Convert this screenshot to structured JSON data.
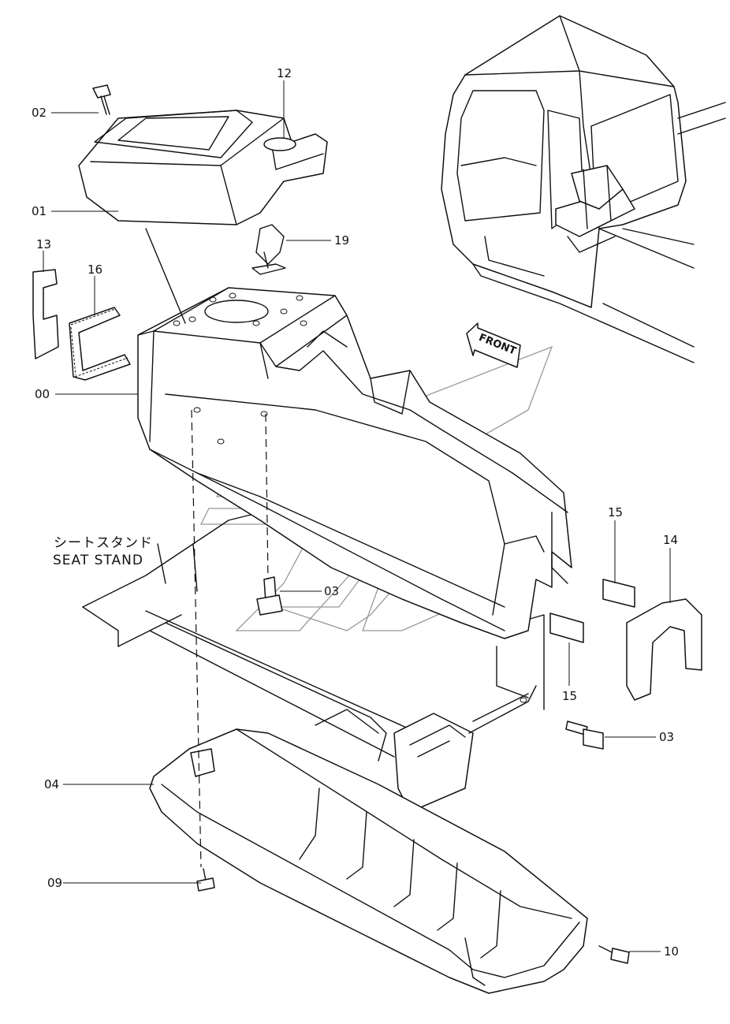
{
  "front_arrow": {
    "text": "FRONT"
  },
  "caption": {
    "japanese": "シートスタンド",
    "english": "SEAT STAND"
  },
  "labels": {
    "l00": "00",
    "l01": "01",
    "l02": "02",
    "l03a": "03",
    "l03b": "03",
    "l04": "04",
    "l09": "09",
    "l10": "10",
    "l12": "12",
    "l13": "13",
    "l14": "14",
    "l15a": "15",
    "l15b": "15",
    "l16": "16",
    "l19": "19"
  }
}
